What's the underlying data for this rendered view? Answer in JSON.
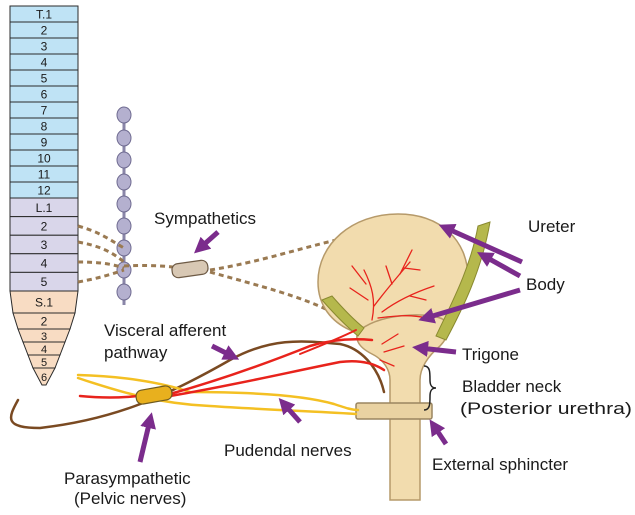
{
  "spine": {
    "thoracic": [
      "T.1",
      "2",
      "3",
      "4",
      "5",
      "6",
      "7",
      "8",
      "9",
      "10",
      "11",
      "12"
    ],
    "lumbar": [
      "L.1",
      "2",
      "3",
      "4",
      "5"
    ],
    "sacral": [
      "S.1",
      "2",
      "3",
      "4",
      "5",
      "6"
    ]
  },
  "labels": {
    "sympathetics": "Sympathetics",
    "visceral_afferent_1": "Visceral afferent",
    "visceral_afferent_2": "pathway",
    "parasympathetic_1": "Parasympathetic",
    "parasympathetic_2": "(Pelvic nerves)",
    "pudendal": "Pudendal nerves",
    "ureter": "Ureter",
    "body": "Body",
    "trigone": "Trigone",
    "bladder_neck_1": "Bladder neck",
    "bladder_neck_2": "(Posterior urethra)",
    "external_sphincter": "External sphincter"
  },
  "colors": {
    "thoracic_fill": "#bfe3f5",
    "lumbar_fill": "#d9d6ea",
    "sacral_fill": "#f8dcc3",
    "chain_fill": "#b4b0cf",
    "bladder_fill": "#f2dcae",
    "ureter_fill": "#b5b84c",
    "arrow": "#7b2c8c",
    "nerve_red": "#e8231c",
    "nerve_brown": "#7a4a22",
    "nerve_yellow": "#f4c023",
    "ganglion_sym": "#d8c8b4",
    "ganglion_para": "#e8b01e"
  }
}
